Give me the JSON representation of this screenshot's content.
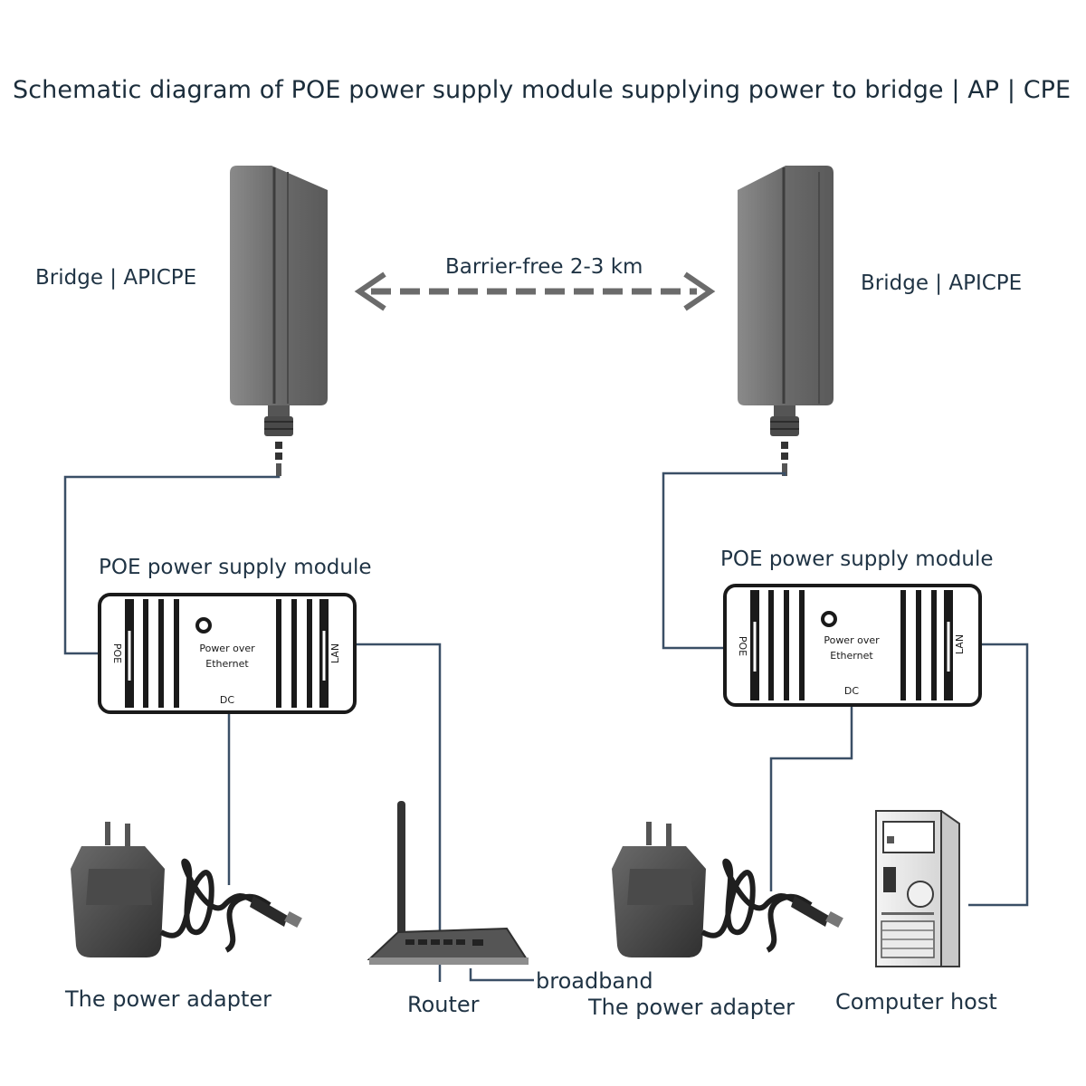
{
  "title": "Schematic diagram of POE power supply module supplying power to bridge | AP | CPE",
  "link_label": "Barrier-free 2-3 km",
  "left": {
    "bridge_label": "Bridge | APICPE",
    "module_label": "POE power supply module",
    "module_text": {
      "poe": "POE",
      "lan": "LAN",
      "dc": "DC",
      "center_line1": "Power over",
      "center_line2": "Ethernet"
    },
    "adapter_label": "The power adapter",
    "router_label": "Router",
    "broadband_label": "broadband"
  },
  "right": {
    "bridge_label": "Bridge | APICPE",
    "module_label": "POE power supply module",
    "module_text": {
      "poe": "POE",
      "lan": "LAN",
      "dc": "DC",
      "center_line1": "Power over",
      "center_line2": "Ethernet"
    },
    "adapter_label": "The power adapter",
    "computer_label": "Computer host"
  },
  "colors": {
    "cable": "#3a4f66",
    "device": "#6e6e6e",
    "module_outline": "#1a1a1a",
    "text": "#1f3344"
  }
}
